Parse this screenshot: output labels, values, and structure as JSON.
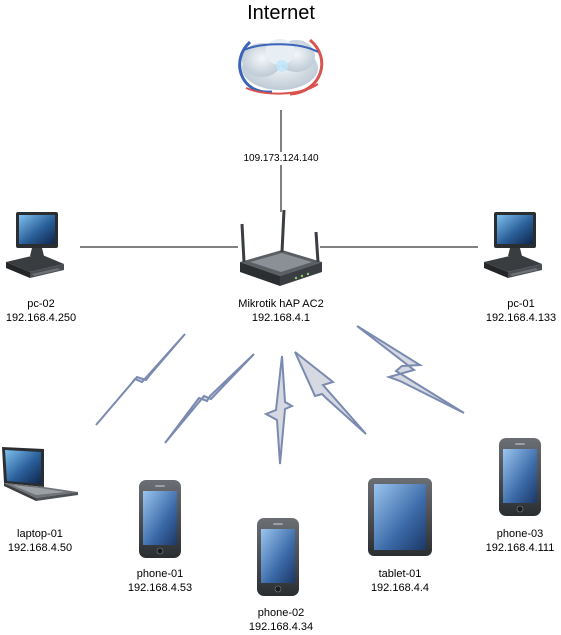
{
  "internet": {
    "title": "Internet",
    "wan_ip": "109.173.124.140"
  },
  "router": {
    "name": "Mikrotik hAP AC2",
    "ip": "192.168.4.1"
  },
  "devices": {
    "pc02": {
      "name": "pc-02",
      "ip": "192.168.4.250"
    },
    "pc01": {
      "name": "pc-01",
      "ip": "192.168.4.133"
    },
    "laptop01": {
      "name": "laptop-01",
      "ip": "192.168.4.50"
    },
    "phone01": {
      "name": "phone-01",
      "ip": "192.168.4.53"
    },
    "phone02": {
      "name": "phone-02",
      "ip": "192.168.4.34"
    },
    "tablet01": {
      "name": "tablet-01",
      "ip": "192.168.4.4"
    },
    "phone03": {
      "name": "phone-03",
      "ip": "192.168.4.111"
    }
  },
  "icons": [
    "cloud-icon",
    "router-icon",
    "desktop-pc-icon",
    "laptop-icon",
    "smartphone-icon",
    "tablet-icon",
    "wireless-bolt-icon"
  ],
  "colors": {
    "wireless": "#7a8ab0",
    "wireless_fill": "#d6d9e2",
    "line": "#000000"
  }
}
